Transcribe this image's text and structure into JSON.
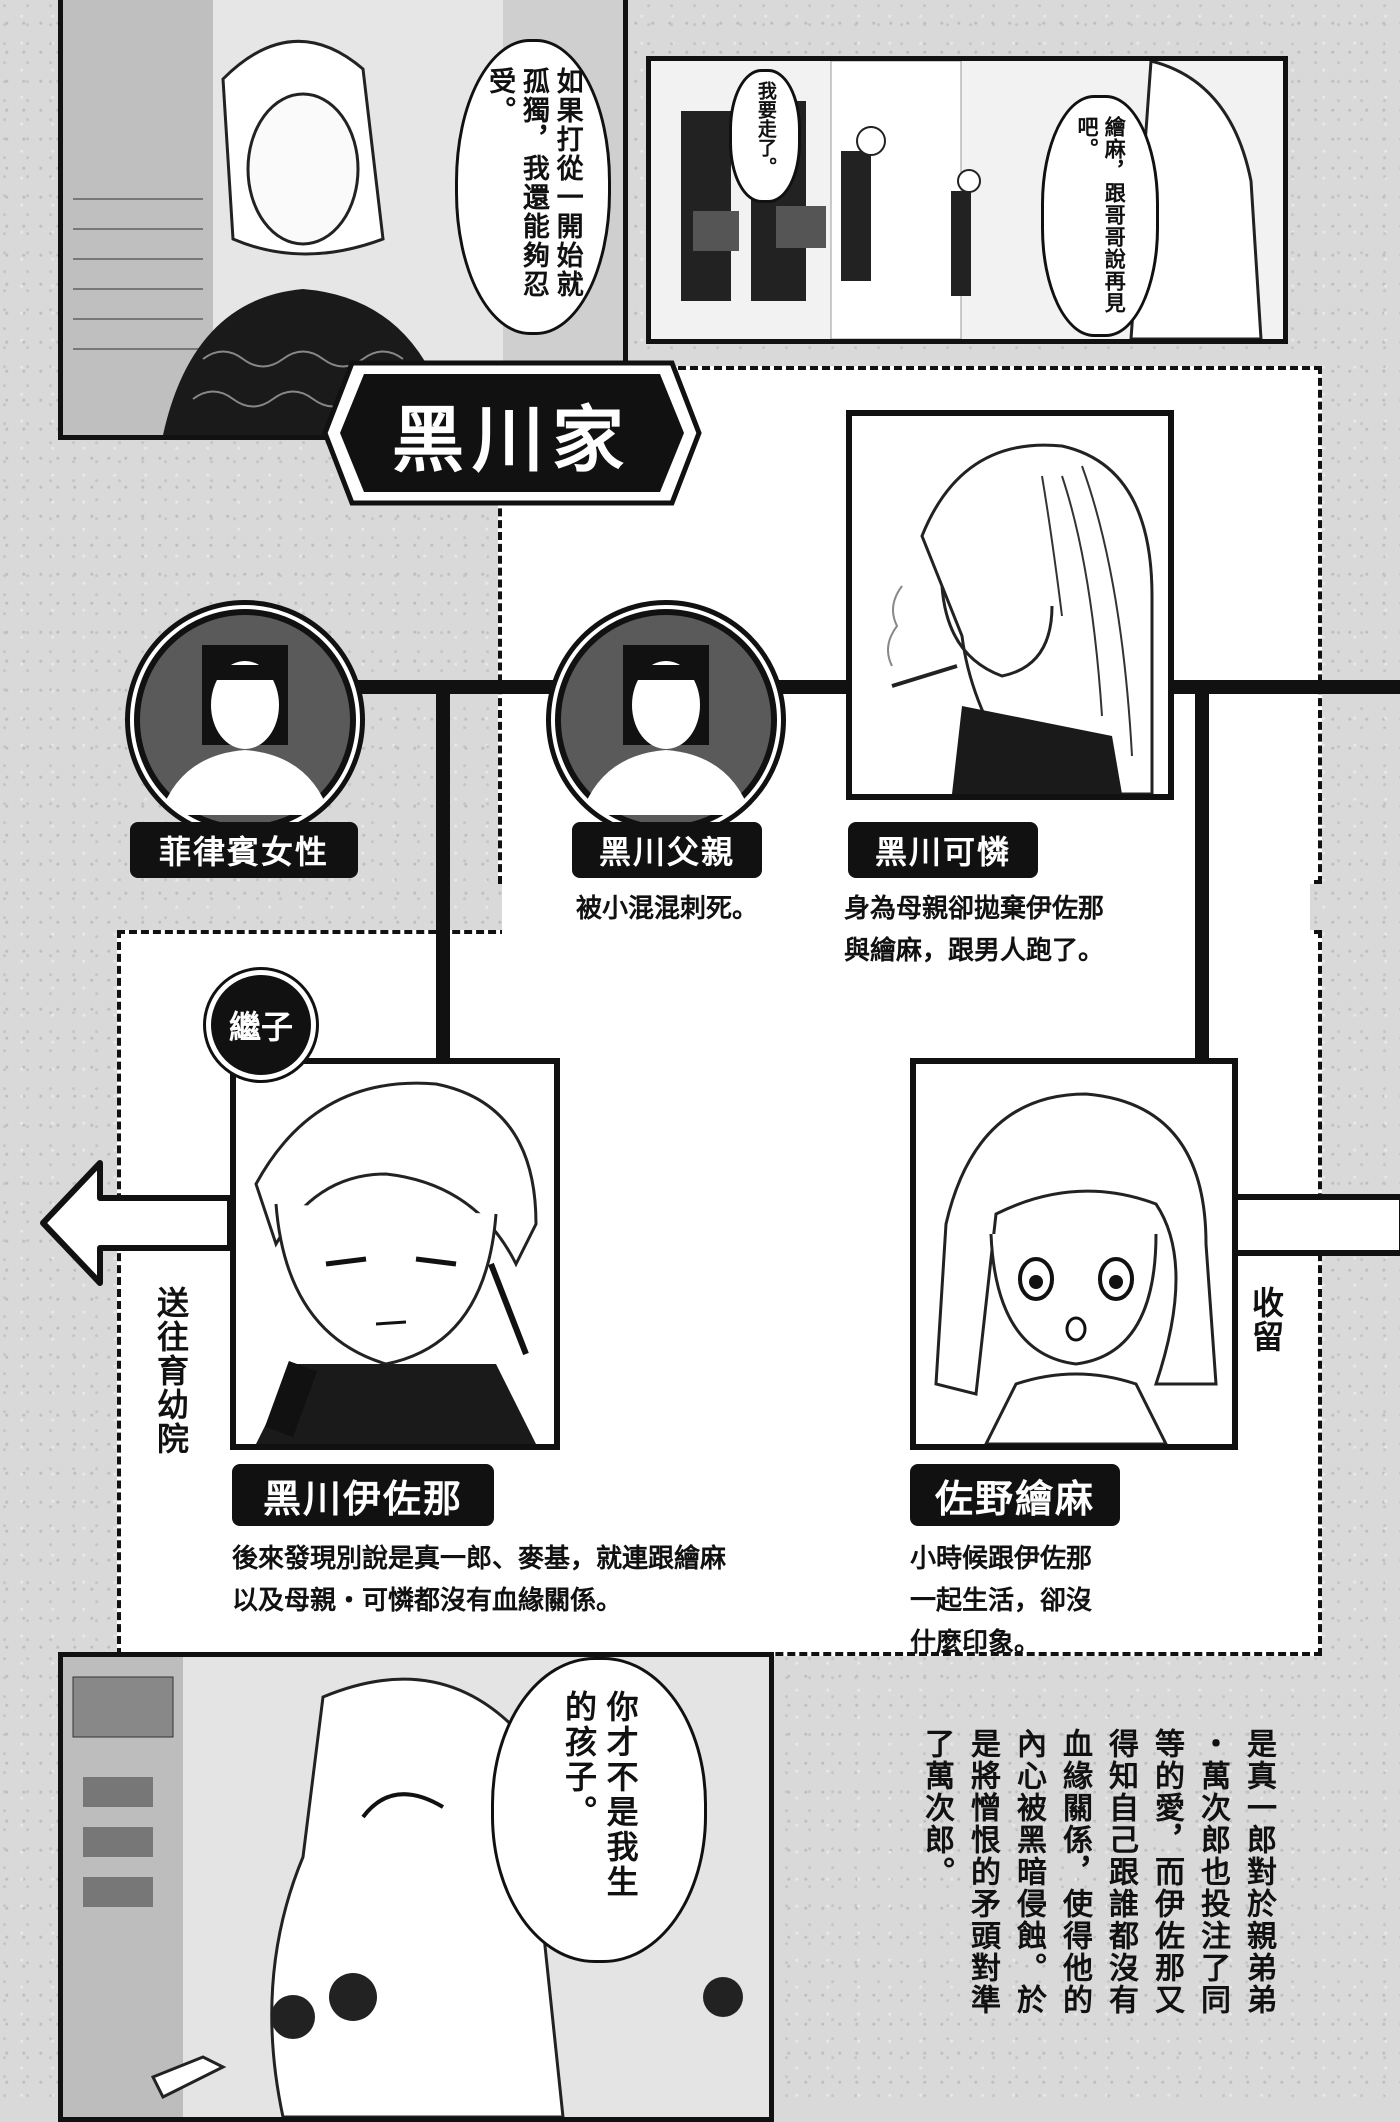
{
  "top_left_bubble": "如果打從一開始就孤獨，我還能夠忍受。",
  "top_right_bubble_left": "我要走了。",
  "top_right_bubble_right": "繪麻，跟哥哥說再見吧。",
  "family_title": "黑川家",
  "members": {
    "filipina_woman": {
      "name": "菲律賓女性"
    },
    "father": {
      "name": "黑川父親",
      "desc": "被小混混刺死。"
    },
    "karen": {
      "name": "黑川可憐",
      "desc_line1": "身為母親卻拋棄伊佐那",
      "desc_line2": "與繪麻，跟男人跑了。"
    },
    "izana": {
      "badge": "繼子",
      "name": "黑川伊佐那",
      "desc_line1": "後來發現別說是真一郎、麥基，就連跟繪麻",
      "desc_line2": "以及母親・可憐都沒有血緣關係。"
    },
    "emma": {
      "name": "佐野繪麻",
      "desc_line1": "小時候跟伊佐那",
      "desc_line2": "一起生活，卻沒",
      "desc_line3": "什麼印象。"
    }
  },
  "arrow_left_label": "送往育幼院",
  "arrow_right_label": "收留",
  "bottom_bubble": "你才不是我生的孩子。",
  "side_text": [
    "是真一郎對於親弟弟",
    "・萬次郎也投注了同",
    "等的愛，而伊佐那又",
    "得知自己跟誰都沒有",
    "血緣關係，使得他的",
    "內心被黑暗侵蝕。於",
    "是將憎恨的矛頭對準",
    "了萬次郎。"
  ]
}
